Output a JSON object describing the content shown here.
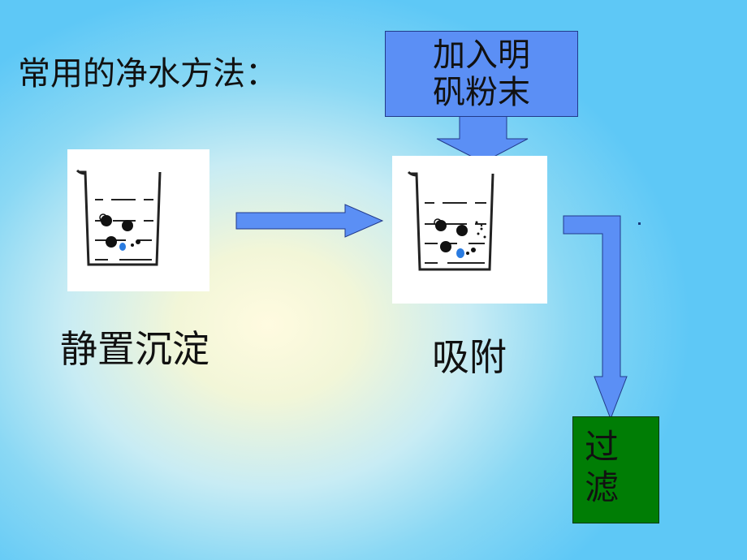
{
  "title": "常用的净水方法：",
  "callout": {
    "line1": "加入明",
    "line2": "矾粉末"
  },
  "steps": {
    "settle": "静置沉淀",
    "adsorb": "吸附"
  },
  "filter": {
    "line1": "过",
    "line2": "滤"
  }
}
